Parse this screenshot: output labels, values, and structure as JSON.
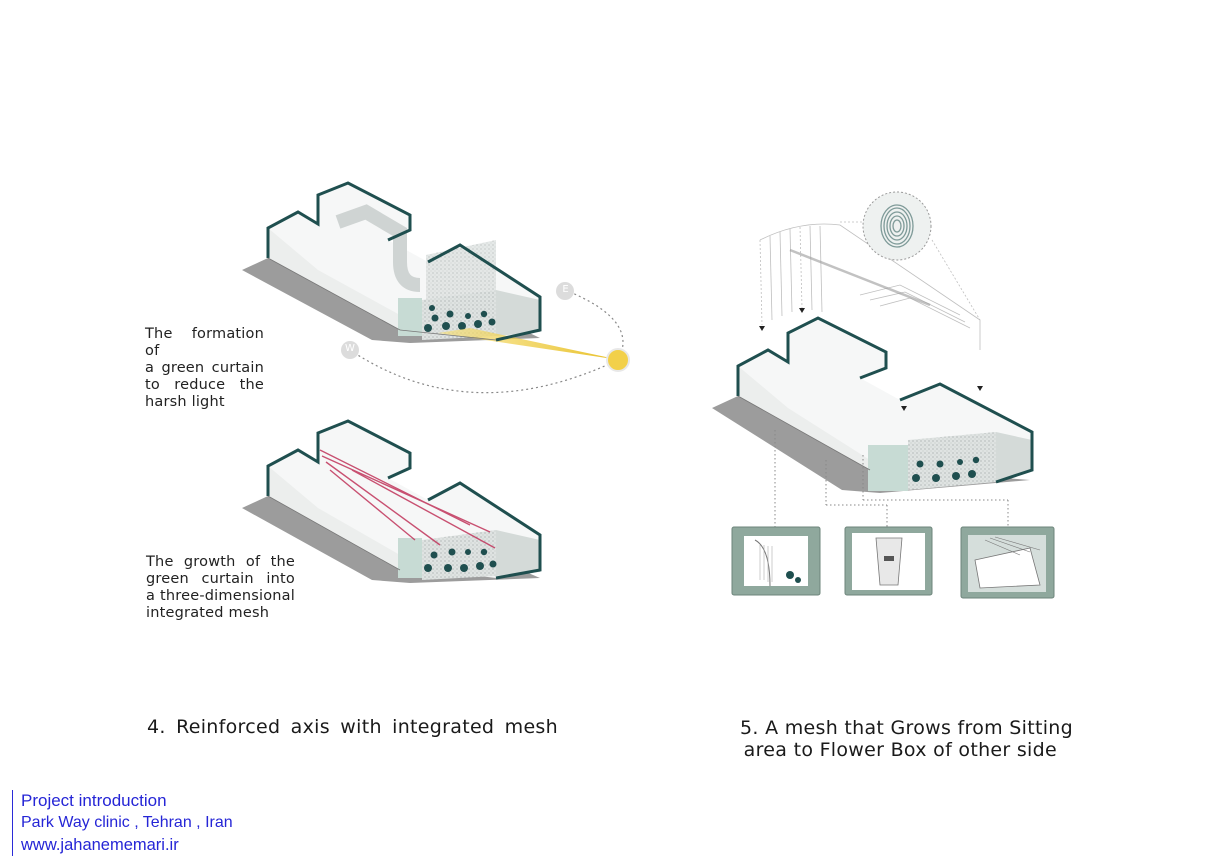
{
  "captions": {
    "formation": [
      "The formation of",
      "a green curtain",
      "to reduce the",
      "harsh light"
    ],
    "growth": [
      "The growth of the",
      "green curtain into",
      "a three-dimensional",
      "integrated mesh"
    ]
  },
  "compass": {
    "east": "E",
    "west": "W"
  },
  "titles": {
    "left": "4. Reinforced axis with integrated mesh",
    "right_line1": "5. A mesh that Grows from Sitting",
    "right_line2": "area to Flower Box of other side"
  },
  "credit": {
    "line1": "Project introduction",
    "line2": "Park Way clinic , Tehran , Iran",
    "line3": "www.jahanememari.ir"
  },
  "colors": {
    "wall_teal": "#1f4f4f",
    "shadow": "#9a9a9a",
    "sun_yellow": "#f2d04a",
    "mesh_red": "#c0335a",
    "panel_green": "#8fa89d",
    "credit_blue": "#2525d6"
  }
}
